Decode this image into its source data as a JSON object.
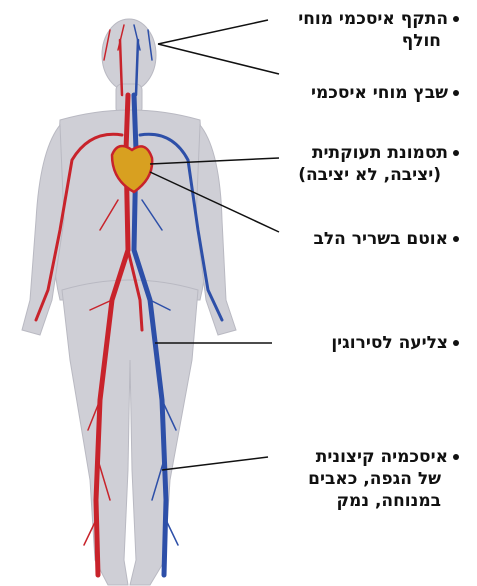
{
  "labels": {
    "tia": {
      "line1": "התקף איסכמי מוחי",
      "line2": "חולף"
    },
    "stroke": {
      "line1": "שבץ מוחי איסכמי"
    },
    "dvt": {
      "line1": "תסמונת תעוקתית",
      "line2": "(יציבה, לא יציבה)"
    },
    "mi": {
      "line1": "אוטם בשריר הלב"
    },
    "varicose": {
      "line1": "צליעה לסירוגין"
    },
    "pad": {
      "line1": "איסכמיה קיצונית",
      "line2": "של הגפה, כאבים",
      "line3": "במנוחה, נמק"
    }
  },
  "colors": {
    "body": "#cfcfd6",
    "artery": "#c8232b",
    "vein": "#2d4fa8",
    "heart": "#d8a020",
    "text": "#111111"
  }
}
